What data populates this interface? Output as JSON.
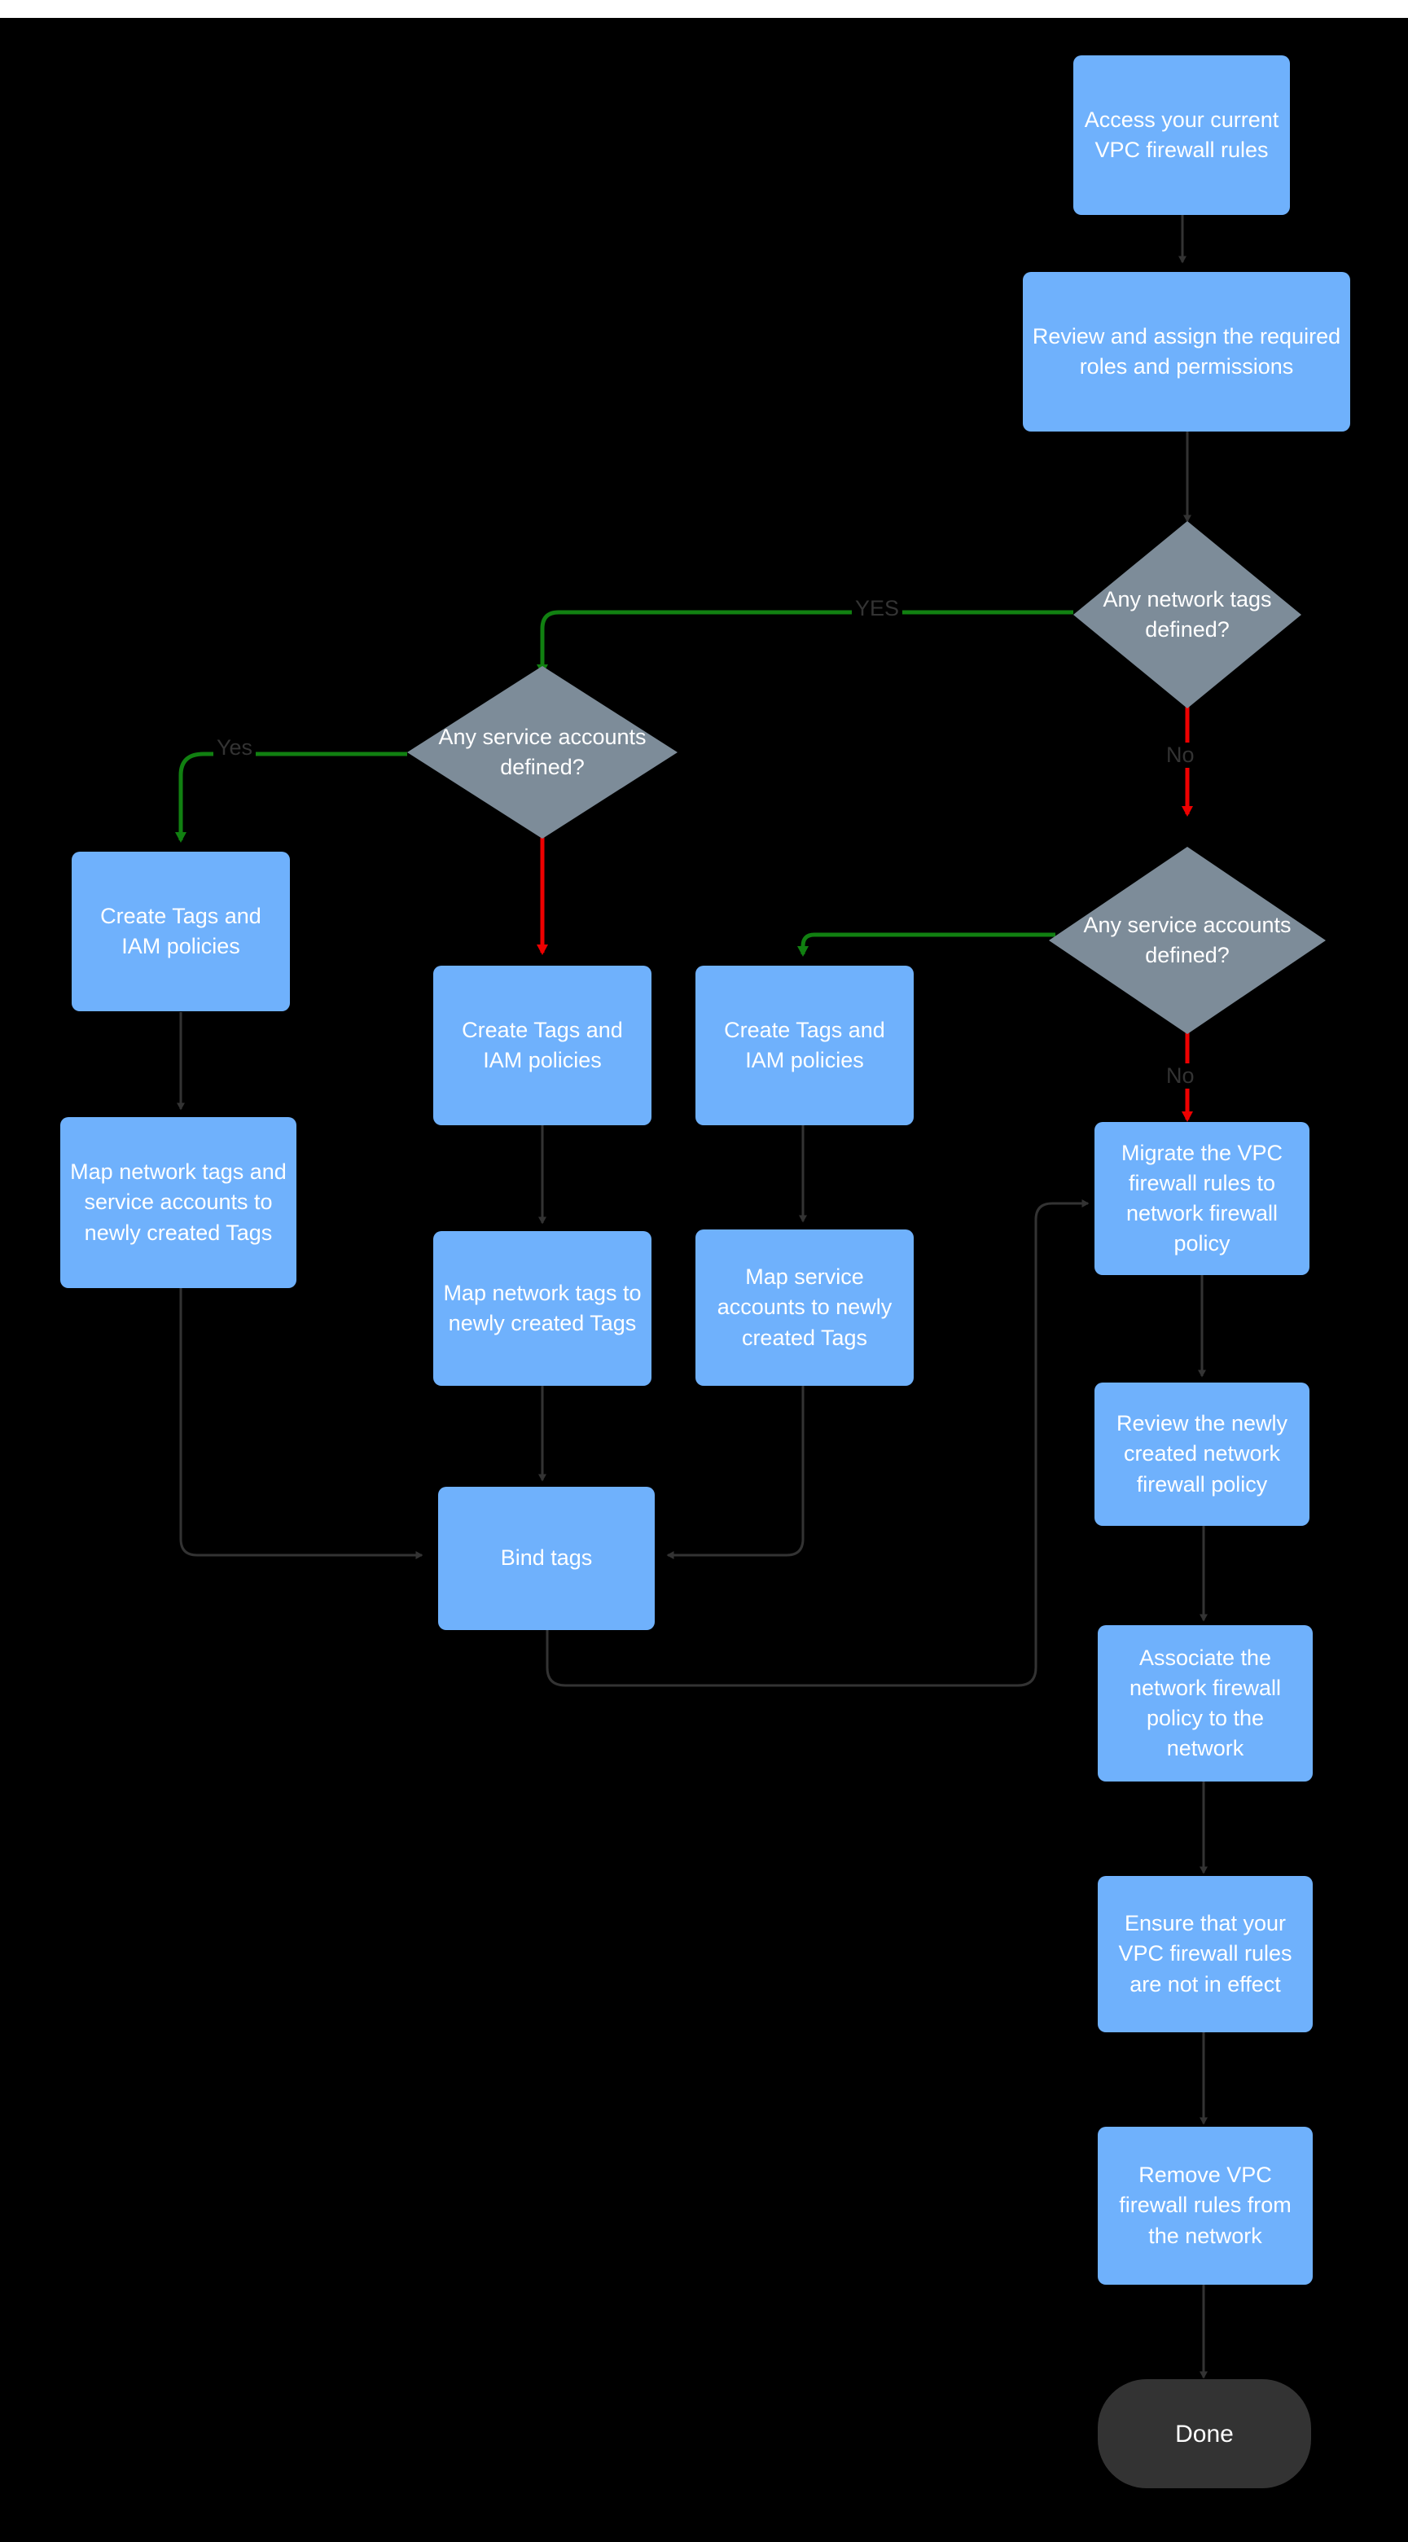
{
  "diagram": {
    "title": "VPC firewall rules to network firewall policy migration flow",
    "background": "#000000",
    "colors": {
      "process_fill": "#6FB1FC",
      "decision_fill": "#7D8C99",
      "terminal_fill": "#333333",
      "text": "#FFFFFF",
      "edge_default": "#333333",
      "edge_yes": "#1E8E1E",
      "edge_no": "#EE0000",
      "label_text": "#333333"
    },
    "nodes": [
      {
        "id": "access_rules",
        "type": "process",
        "label": "Access your current VPC firewall rules"
      },
      {
        "id": "review_roles",
        "type": "process",
        "label": "Review and assign the required roles and permissions"
      },
      {
        "id": "q_network_tags",
        "type": "decision",
        "label": "Any network tags defined?"
      },
      {
        "id": "q_service_accounts_l",
        "type": "decision",
        "label": "Any service accounts defined?"
      },
      {
        "id": "q_service_accounts_r",
        "type": "decision",
        "label": "Any service accounts defined?"
      },
      {
        "id": "create_tags_left",
        "type": "process",
        "label": "Create Tags and IAM policies"
      },
      {
        "id": "create_tags_mid",
        "type": "process",
        "label": "Create Tags and IAM policies"
      },
      {
        "id": "create_tags_right",
        "type": "process",
        "label": "Create Tags and IAM policies"
      },
      {
        "id": "map_both",
        "type": "process",
        "label": "Map network tags and service accounts to newly created Tags"
      },
      {
        "id": "map_network",
        "type": "process",
        "label": "Map network tags to newly created Tags"
      },
      {
        "id": "map_service",
        "type": "process",
        "label": "Map service accounts  to newly created Tags"
      },
      {
        "id": "bind_tags",
        "type": "process",
        "label": "Bind tags"
      },
      {
        "id": "migrate_rules",
        "type": "process",
        "label": "Migrate the VPC firewall rules to network firewall policy"
      },
      {
        "id": "review_policy",
        "type": "process",
        "label": "Review the newly created network firewall policy"
      },
      {
        "id": "associate_policy",
        "type": "process",
        "label": "Associate the network firewall policy to the network"
      },
      {
        "id": "ensure_not_effect",
        "type": "process",
        "label": "Ensure that your VPC firewall rules are not in effect"
      },
      {
        "id": "remove_rules",
        "type": "process",
        "label": "Remove  VPC firewall rules from the network"
      },
      {
        "id": "done",
        "type": "terminal",
        "label": "Done"
      }
    ],
    "edge_labels": {
      "yes_upper": "YES",
      "no_upper": "No",
      "yes_lower_left": "Yes",
      "no_lower_right": "No"
    }
  }
}
